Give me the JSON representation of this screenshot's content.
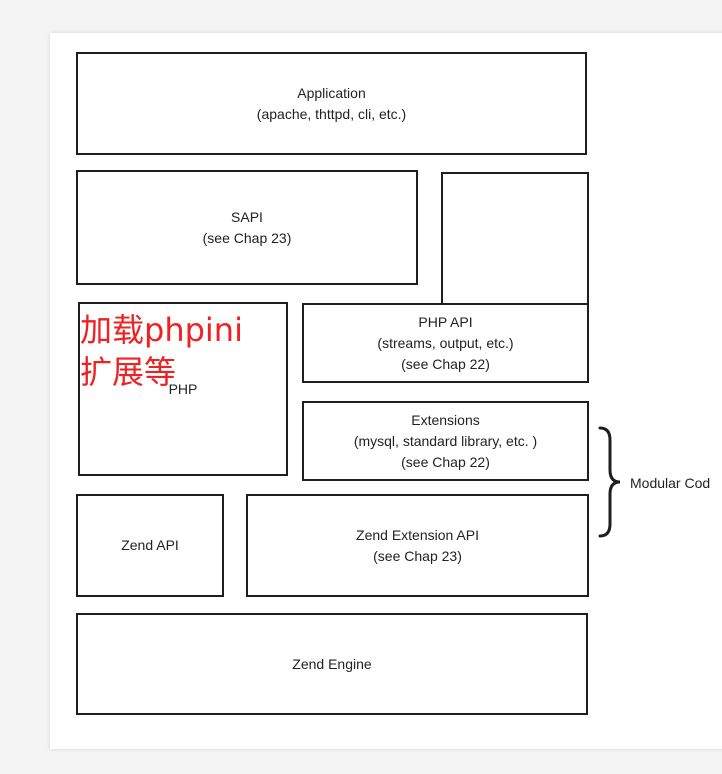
{
  "layers": {
    "application": {
      "title": "Application",
      "subtitle": "(apache, thttpd, cli, etc.)"
    },
    "sapi": {
      "title": "SAPI",
      "subtitle": "(see Chap 23)"
    },
    "php": {
      "title": "PHP"
    },
    "php_api": {
      "title": "PHP API",
      "line2": "(streams, output, etc.)",
      "line3": "(see Chap 22)"
    },
    "extensions": {
      "title": "Extensions",
      "line2": "(mysql, standard library, etc. )",
      "line3": "(see Chap 22)"
    },
    "zend_api": {
      "title": "Zend API"
    },
    "zend_extension_api": {
      "title": "Zend Extension API",
      "subtitle": "(see Chap 23)"
    },
    "zend_engine": {
      "title": "Zend Engine"
    }
  },
  "modular_code_label": "Modular Cod",
  "annotation": {
    "line1": "加载phpini",
    "line2": "扩展等"
  }
}
